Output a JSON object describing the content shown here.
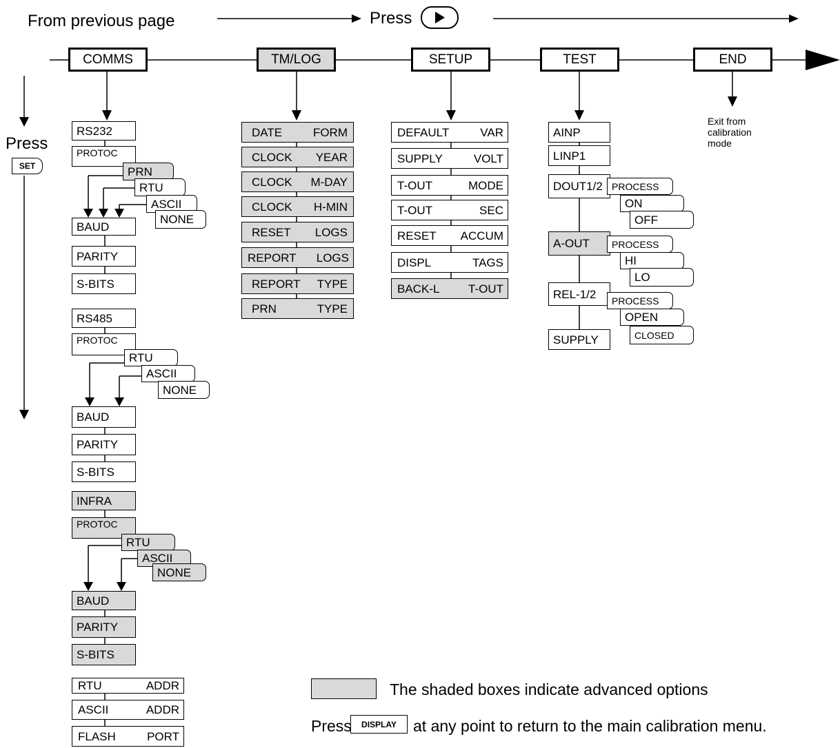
{
  "top": {
    "from_prev": "From previous page",
    "press": "Press",
    "press_set": "Press",
    "set_key": "SET",
    "play_icon": "play-icon"
  },
  "headers": {
    "comms": "COMMS",
    "tmlog": "TM/LOG",
    "setup": "SETUP",
    "test": "TEST",
    "end": "END"
  },
  "end_note": [
    "Exit from",
    "calibration",
    "mode"
  ],
  "comms": {
    "rs232": "RS232",
    "protoc1": "PROTOC",
    "prn": "PRN",
    "rtu1": "RTU",
    "ascii1": "ASCII",
    "none1": "NONE",
    "baud1": "BAUD",
    "parity1": "PARITY",
    "sbits1": "S-BITS",
    "rs485": "RS485",
    "protoc2": "PROTOC",
    "rtu2": "RTU",
    "ascii2": "ASCII",
    "none2": "NONE",
    "baud2": "BAUD",
    "parity2": "PARITY",
    "sbits2": "S-BITS",
    "infra": "INFRA",
    "protoc3": "PROTOC",
    "rtu3": "RTU",
    "ascii3": "ASCII",
    "none3": "NONE",
    "baud3": "BAUD",
    "parity3": "PARITY",
    "sbits3": "S-BITS",
    "rtu_addr": [
      "RTU",
      "ADDR"
    ],
    "ascii_addr": [
      "ASCII",
      "ADDR"
    ],
    "flash_port": [
      "FLASH",
      "PORT"
    ]
  },
  "tmlog": [
    [
      "DATE",
      "FORM"
    ],
    [
      "CLOCK",
      "YEAR"
    ],
    [
      "CLOCK",
      "M-DAY"
    ],
    [
      "CLOCK",
      "H-MIN"
    ],
    [
      "RESET",
      "LOGS"
    ],
    [
      "REPORT",
      "LOGS"
    ],
    [
      "REPORT",
      "TYPE"
    ],
    [
      "PRN",
      "TYPE"
    ]
  ],
  "setup": [
    [
      "DEFAULT",
      "VAR"
    ],
    [
      "SUPPLY",
      "VOLT"
    ],
    [
      "T-OUT",
      "MODE"
    ],
    [
      "T-OUT",
      "SEC"
    ],
    [
      "RESET",
      "ACCUM"
    ],
    [
      "DISPL",
      "TAGS"
    ],
    [
      "BACK-L",
      "T-OUT"
    ]
  ],
  "test": {
    "ainp": "AINP",
    "linp1": "LINP1",
    "dout": "DOUT1/2",
    "aout": "A-OUT",
    "rel": "REL-1/2",
    "supply": "SUPPLY",
    "process1": "PROCESS",
    "on": "ON",
    "off": "OFF",
    "process2": "PROCESS",
    "hi": "HI",
    "lo": "LO",
    "process3": "PROCESS",
    "open": "OPEN",
    "closed": "CLOSED"
  },
  "legend": {
    "shaded_text": "The shaded boxes indicate advanced options",
    "press": "Press",
    "display_key": "DISPLAY",
    "display_text": "at any point to return to the main calibration menu."
  },
  "colors": {
    "shade": "#d9d9d9",
    "line": "#000000"
  }
}
